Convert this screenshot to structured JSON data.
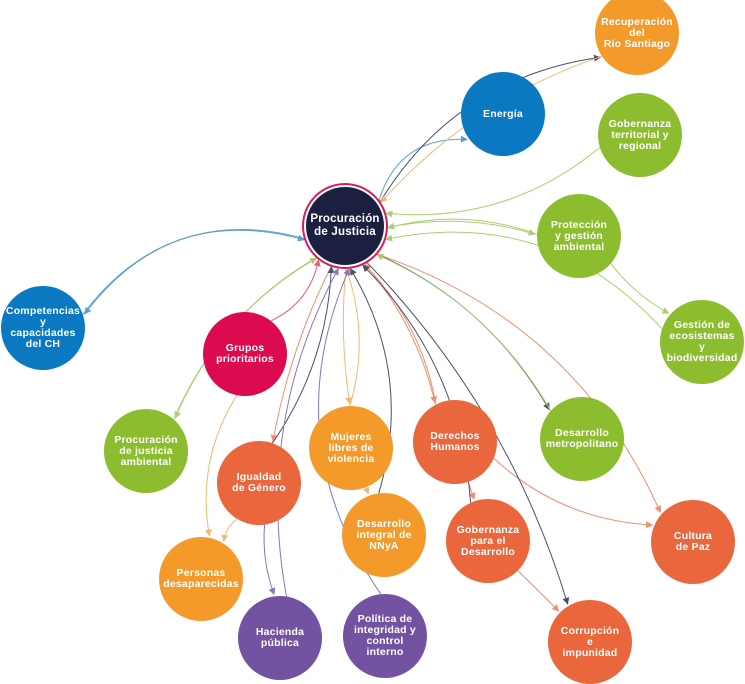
{
  "colors": {
    "navy": "#1c2040",
    "blue": "#0a79c1",
    "orange": "#f39a2b",
    "green": "#8cbd2e",
    "magenta": "#dc0a4f",
    "red_orange": "#ea663c",
    "purple": "#7252a1"
  },
  "nodes": {
    "center": {
      "label": "Procuración\nde Justicia",
      "color": "navy"
    },
    "rio_santiago": {
      "label": "Recuperación\ndel\nRío Santiago",
      "color": "orange"
    },
    "energia": {
      "label": "Energía",
      "color": "blue"
    },
    "gobernanza_territorial": {
      "label": "Gobernanza\nterritorial y\nregional",
      "color": "green"
    },
    "proteccion_ambiental": {
      "label": "Protección\ny gestión\nambiental",
      "color": "green"
    },
    "ecosistemas": {
      "label": "Gestión de\necosistemas y\nbiodiversidad",
      "color": "green"
    },
    "competencias": {
      "label": "Competencias\ny capacidades\ndel CH",
      "color": "blue"
    },
    "grupos_prioritarios": {
      "label": "Grupos\nprioritarios",
      "color": "magenta"
    },
    "justicia_ambiental": {
      "label": "Procuración\nde justicia\nambiental",
      "color": "green"
    },
    "mujeres": {
      "label": "Mujeres\nlibres de\nviolencia",
      "color": "orange"
    },
    "derechos_humanos": {
      "label": "Derechos\nHumanos",
      "color": "red_orange"
    },
    "desarrollo_metropolitano": {
      "label": "Desarrollo\nmetropolitano",
      "color": "green"
    },
    "igualdad_genero": {
      "label": "Igualdad\nde Género",
      "color": "red_orange"
    },
    "nnya": {
      "label": "Desarrollo\nintegral de\nNNyA",
      "color": "orange"
    },
    "gobernanza_desarrollo": {
      "label": "Gobernanza\npara el\nDesarrollo",
      "color": "red_orange"
    },
    "cultura_paz": {
      "label": "Cultura\nde Paz",
      "color": "red_orange"
    },
    "personas_desaparecidas": {
      "label": "Personas\ndesaparecidas",
      "color": "orange"
    },
    "hacienda": {
      "label": "Hacienda\npública",
      "color": "purple"
    },
    "integridad": {
      "label": "Política de\nintegridad y\ncontrol\ninterno",
      "color": "purple"
    },
    "corrupcion": {
      "label": "Corrupción\ne\nimpunidad",
      "color": "red_orange"
    }
  }
}
